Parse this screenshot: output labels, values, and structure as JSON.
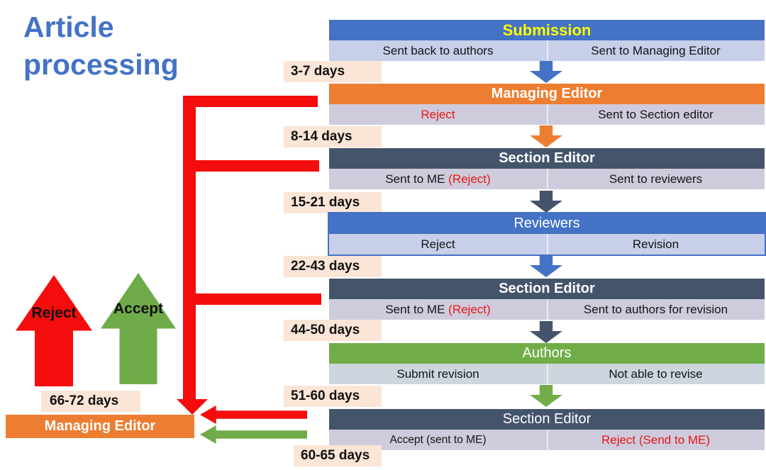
{
  "title": "Article\nprocessing",
  "colors": {
    "blue": "#4472C4",
    "orange": "#ED7D31",
    "slate": "#44546A",
    "green": "#70AD47",
    "red": "#F50D0D",
    "red_text": "#E81616",
    "peach_label_bg": "#FBE5D6",
    "subrow_blue": "#C7CFE9",
    "subrow_gray": "#CECCDC",
    "subrow_steel": "#CDD6DF",
    "submission_text": "#FFFF00"
  },
  "stages": [
    {
      "name": "submission",
      "header": "Submission",
      "left": {
        "main": "Sent back to authors",
        "red": ""
      },
      "right": {
        "main": "Sent to Managing Editor",
        "red": ""
      },
      "days": "3-7 days"
    },
    {
      "name": "managing-editor",
      "header": "Managing Editor",
      "left": {
        "main": "",
        "red": "Reject"
      },
      "right": {
        "main": "Sent to Section editor",
        "red": ""
      },
      "days": "8-14 days"
    },
    {
      "name": "section-editor-1",
      "header": "Section Editor",
      "left": {
        "main": "Sent to ME ",
        "red": "(Reject)"
      },
      "right": {
        "main": "Sent to reviewers",
        "red": ""
      },
      "days": "15-21 days"
    },
    {
      "name": "reviewers",
      "header": "Reviewers",
      "left": {
        "main": "Reject",
        "red": ""
      },
      "right": {
        "main": "Revision",
        "red": ""
      },
      "days": "22-43 days"
    },
    {
      "name": "section-editor-2",
      "header": "Section Editor",
      "left": {
        "main": "Sent to ME ",
        "red": "(Reject)"
      },
      "right": {
        "main": "Sent to authors for revision",
        "red": ""
      },
      "days": "44-50 days"
    },
    {
      "name": "authors",
      "header": "Authors",
      "left": {
        "main": "Submit revision",
        "red": ""
      },
      "right": {
        "main": "Not able to revise",
        "red": ""
      },
      "days": "51-60 days"
    },
    {
      "name": "section-editor-3",
      "header": "Section Editor",
      "left": {
        "main": "Accept (sent to ME)",
        "red": ""
      },
      "right": {
        "main": "",
        "red": "Reject (Send to ME)"
      },
      "days": "60-65 days"
    }
  ],
  "outcomes": {
    "reject_label": "Reject",
    "accept_label": "Accept",
    "final_days": "66-72 days",
    "managing_editor": "Managing Editor"
  }
}
